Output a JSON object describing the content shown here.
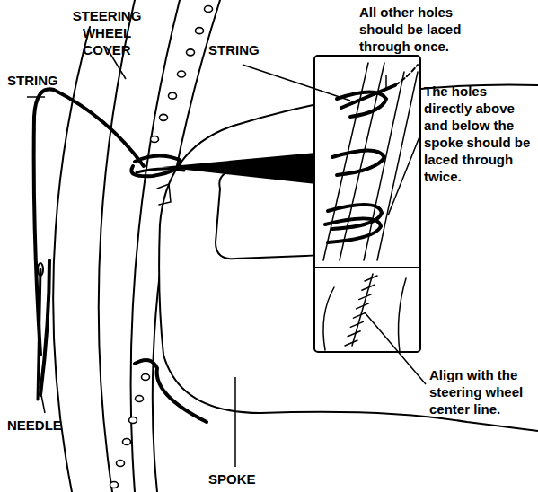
{
  "diagram": {
    "labels": [
      "STEERING WHEEL COVER",
      "STRING",
      "STRING",
      "All other holes should be laced through once.",
      "The holes directly above and below the spoke should be laced through twice.",
      "Align with the steering wheel center line.",
      "NEEDLE",
      "SPOKE"
    ]
  }
}
